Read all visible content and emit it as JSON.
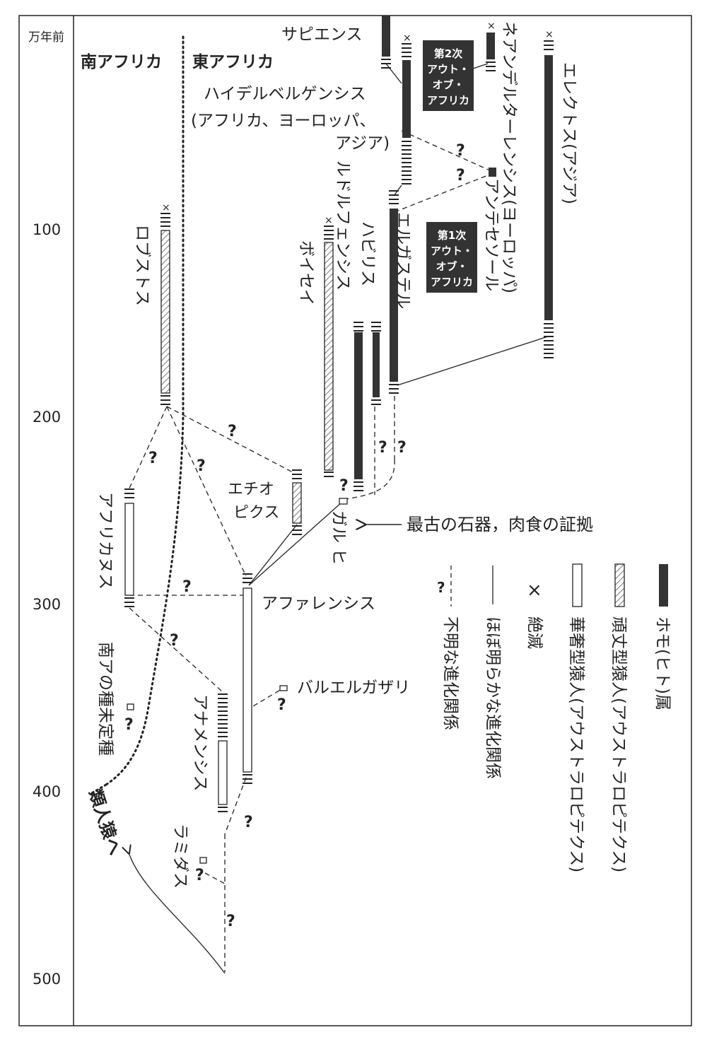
{
  "axis": {
    "unit": "万年前",
    "ticks": [
      "100",
      "200",
      "300",
      "400",
      "500"
    ]
  },
  "regions": {
    "south": "南アフリカ",
    "east": "東アフリカ"
  },
  "species": {
    "sapiens": "サピエンス",
    "neanderthal": "ネアンデルターレンシス(ヨーロッパ)",
    "erectus": "エレクトス(アジア)",
    "heidelbergensis_1": "ハイデルベルゲンシス",
    "heidelbergensis_2": "(アフリカ、ヨーロッパ、",
    "heidelbergensis_3": "アジア)",
    "rudolfensis": "ルドルフェンシス",
    "habilis": "ハビリス",
    "ergaster": "エルガステル",
    "antecessor": "アンテセソール",
    "robustus": "ロブストス",
    "boisei": "ボイセイ",
    "aethiopicus_1": "エチオ",
    "aethiopicus_2": "ピクス",
    "garhi_1": "ガル",
    "garhi_2": "ヒ",
    "africanus": "アフリカヌス",
    "afarensis": "アファレンシス",
    "bahrelghazali": "バルエルガザリ",
    "anamensis": "アナメンシス",
    "ramidus": "ラミダス",
    "south_unknown": "南アの種未定種",
    "to_apes": "類人猿へ"
  },
  "boxes": {
    "ooa2": [
      "第2次",
      "アウト・",
      "オブ・",
      "アフリカ"
    ],
    "ooa1": [
      "第1次",
      "アウト・",
      "オブ・",
      "アフリカ"
    ]
  },
  "annotation": "最古の石器，肉食の証拠",
  "legend": {
    "homo": "ホモ(ヒト)属",
    "robust": "頑丈型猿人(アウストラロピテクス)",
    "gracile": "華奢型猿人(アウストラロピテクス)",
    "extinct_symbol": "×",
    "extinct": "絶滅",
    "clear": "ほぼ明らかな進化関係",
    "unclear": "不明な進化関係",
    "unclear_symbol": "?"
  },
  "extinct_mark": "×",
  "question_mark": "?",
  "colors": {
    "ink": "#222222",
    "homo": "#333333",
    "hatch": "#777777"
  }
}
